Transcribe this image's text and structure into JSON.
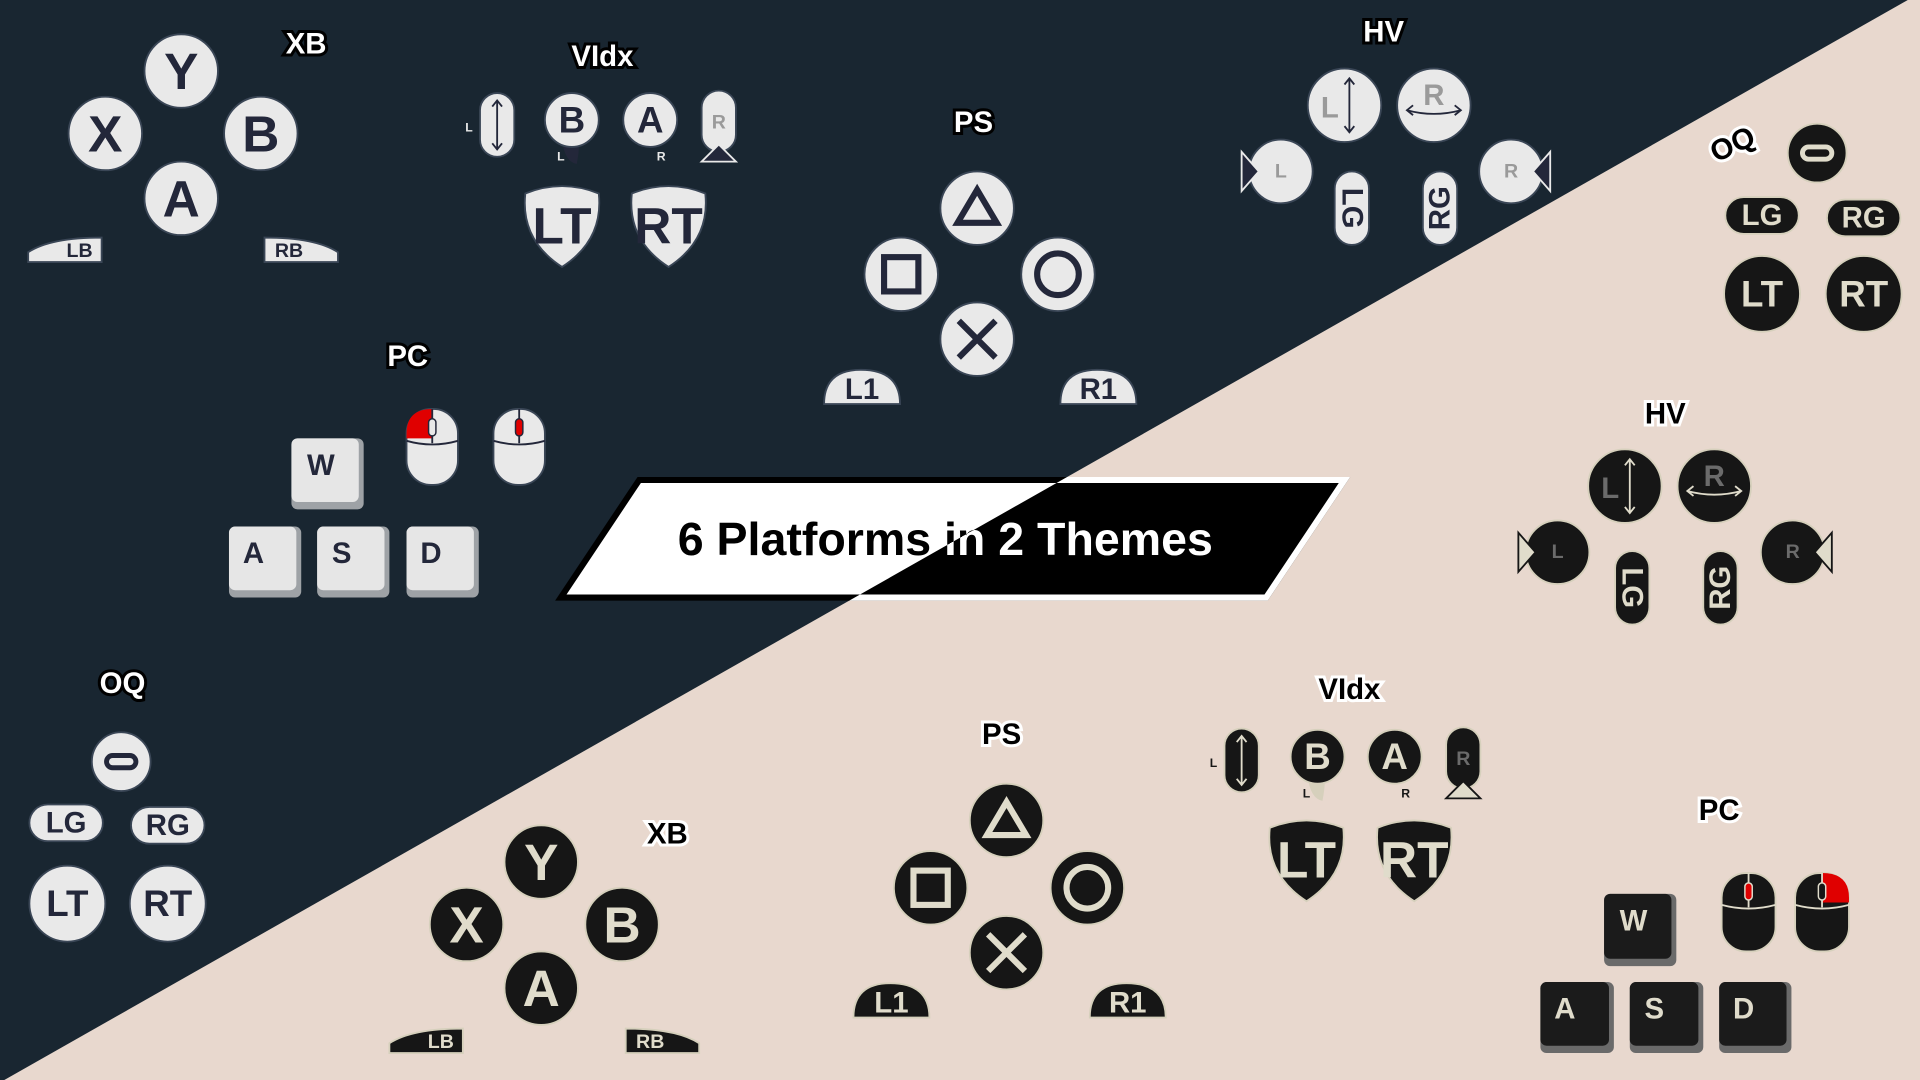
{
  "title": "6 Platforms in 2 Themes",
  "colors": {
    "dark_bg": "#192631",
    "light_bg": "#e8d8ce",
    "dark_theme_button": "#e9e9e9",
    "dark_theme_glyph": "#23273a",
    "light_theme_button": "#161616",
    "light_theme_glyph": "#e0dccb",
    "mouse_highlight": "#e00000"
  },
  "themes": {
    "dark": {
      "xb": {
        "label": "XB",
        "y": "Y",
        "x": "X",
        "b": "B",
        "a": "A",
        "lb": "LB",
        "rb": "RB"
      },
      "vidx": {
        "label": "VIdx",
        "stick_l": "L",
        "b": "B",
        "b_sub": "L",
        "a": "A",
        "a_sub": "R",
        "r": "R",
        "lt": "LT",
        "rt": "RT"
      },
      "ps": {
        "label": "PS",
        "l1": "L1",
        "r1": "R1"
      },
      "hv": {
        "label": "HV",
        "l_vert": "L",
        "r_horiz": "R",
        "l": "L",
        "r": "R",
        "lg": "LG",
        "rg": "RG"
      },
      "pc": {
        "label": "PC",
        "w": "W",
        "a": "A",
        "s": "S",
        "d": "D"
      },
      "oq": {
        "label": "OQ",
        "lg": "LG",
        "rg": "RG",
        "lt": "LT",
        "rt": "RT"
      }
    },
    "light": {
      "xb": {
        "label": "XB",
        "y": "Y",
        "x": "X",
        "b": "B",
        "a": "A",
        "lb": "LB",
        "rb": "RB"
      },
      "vidx": {
        "label": "VIdx",
        "stick_l": "L",
        "b": "B",
        "b_sub": "L",
        "a": "A",
        "a_sub": "R",
        "r": "R",
        "lt": "LT",
        "rt": "RT"
      },
      "ps": {
        "label": "PS",
        "l1": "L1",
        "r1": "R1"
      },
      "hv": {
        "label": "HV",
        "l_vert": "L",
        "r_horiz": "R",
        "l": "L",
        "r": "R",
        "lg": "LG",
        "rg": "RG"
      },
      "pc": {
        "label": "PC",
        "w": "W",
        "a": "A",
        "s": "S",
        "d": "D"
      },
      "oq": {
        "label": "OQ",
        "lg": "LG",
        "rg": "RG",
        "lt": "LT",
        "rt": "RT"
      }
    }
  }
}
